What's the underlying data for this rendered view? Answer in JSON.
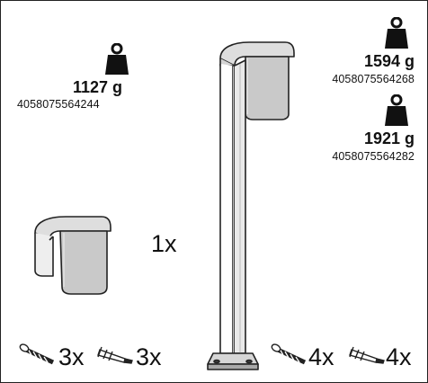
{
  "products": [
    {
      "weight": "1127 g",
      "ean": "4058075564244",
      "weight_icon": "weight-icon"
    },
    {
      "weight": "1594 g",
      "ean": "4058075564268",
      "weight_icon": "weight-icon"
    },
    {
      "weight": "1921 g",
      "ean": "4058075564282",
      "weight_icon": "weight-icon"
    }
  ],
  "wall_light": {
    "quantity": "1x"
  },
  "accessories": [
    {
      "name": "screw-icon",
      "quantity": "3x"
    },
    {
      "name": "wall-plug-icon",
      "quantity": "3x"
    },
    {
      "name": "screw-icon",
      "quantity": "4x"
    },
    {
      "name": "wall-plug-icon",
      "quantity": "4x"
    }
  ]
}
